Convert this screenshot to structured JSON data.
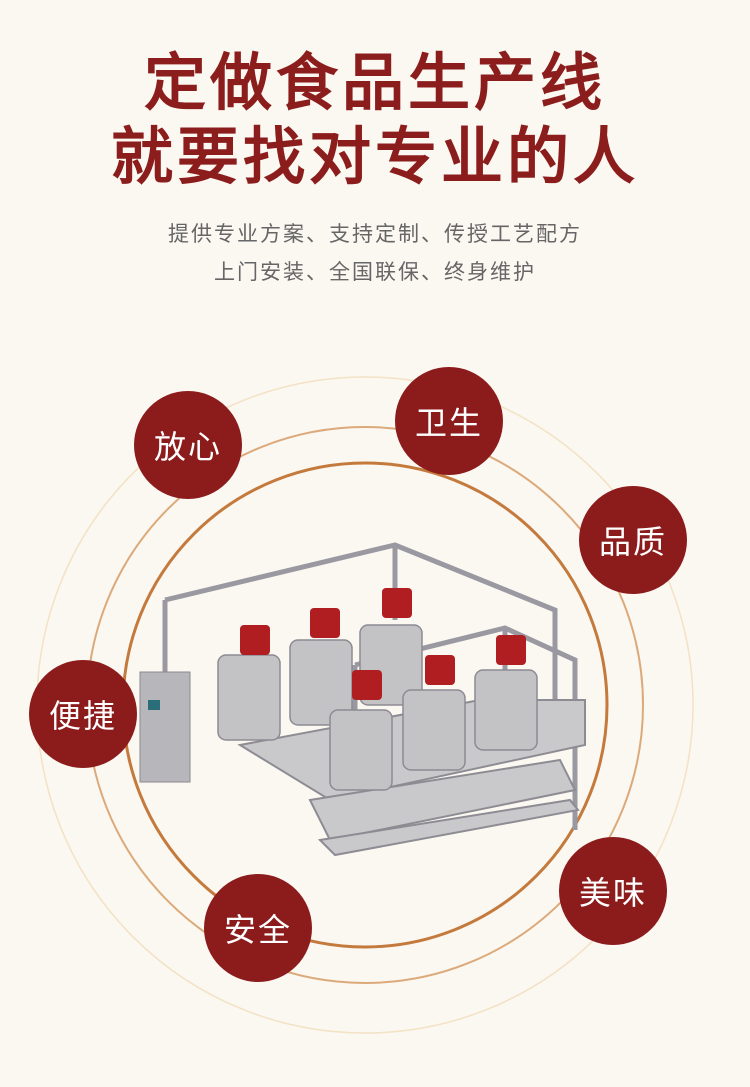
{
  "headline": {
    "line1": "定做食品生产线",
    "line2": "就要找对专业的人"
  },
  "subtitle": {
    "line1": "提供专业方案、支持定制、传授工艺配方",
    "line2": "上门安装、全国联保、终身维护"
  },
  "badges": [
    "放心",
    "卫生",
    "品质",
    "便捷",
    "安全",
    "美味"
  ],
  "colors": {
    "brand_red": "#8c1c1c",
    "ring": "#c8874a",
    "background": "#fbf7f1"
  }
}
